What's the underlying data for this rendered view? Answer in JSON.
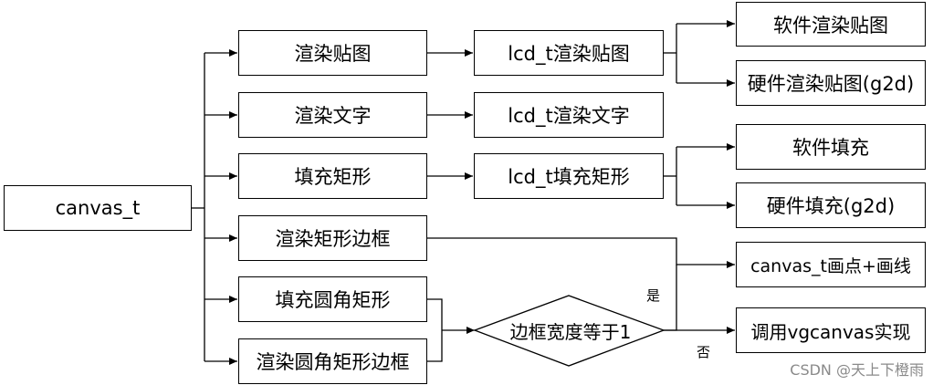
{
  "nodes": {
    "root": "canvas_t",
    "l1": [
      "渲染贴图",
      "渲染文字",
      "填充矩形",
      "渲染矩形边框",
      "填充圆角矩形",
      "渲染圆角矩形边框"
    ],
    "l2_bitmap": "lcd_t渲染贴图",
    "l2_text": "lcd_t渲染文字",
    "l2_fill": "lcd_t填充矩形",
    "sw_bitmap": "软件渲染贴图",
    "hw_bitmap": "硬件渲染贴图(g2d)",
    "sw_fill": "软件填充",
    "hw_fill": "硬件填充(g2d)",
    "canvas_points": "canvas_t画点+画线",
    "vgcanvas": "调用vgcanvas实现",
    "decision": "边框宽度等于1"
  },
  "labels": {
    "yes": "是",
    "no": "否"
  },
  "watermark": "CSDN @天上下橙雨"
}
